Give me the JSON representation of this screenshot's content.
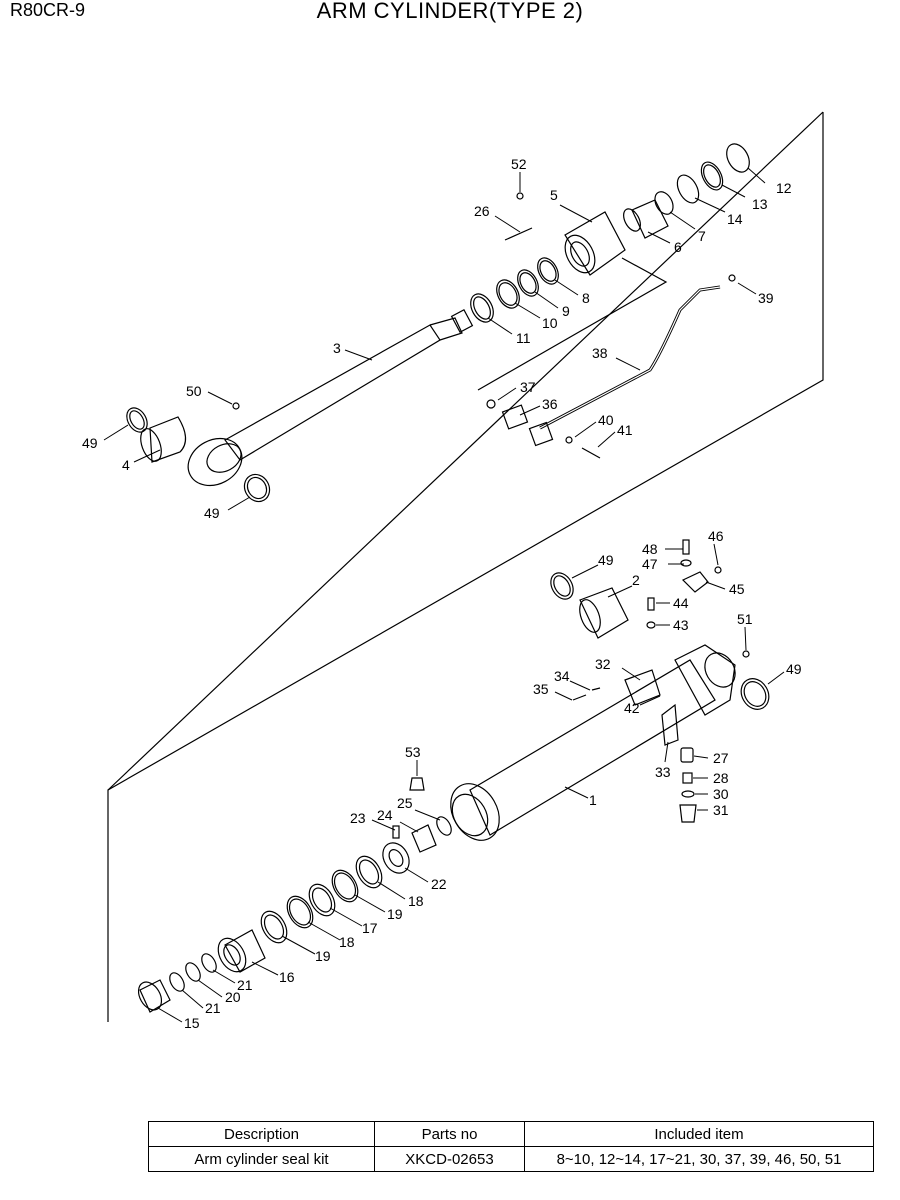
{
  "header": {
    "model": "R80CR-9",
    "title": "ARM CYLINDER(TYPE 2)"
  },
  "labels": [
    {
      "id": "52",
      "text": "52"
    },
    {
      "id": "5",
      "text": "5"
    },
    {
      "id": "26",
      "text": "26"
    },
    {
      "id": "12",
      "text": "12"
    },
    {
      "id": "13",
      "text": "13"
    },
    {
      "id": "14",
      "text": "14"
    },
    {
      "id": "7",
      "text": "7"
    },
    {
      "id": "6",
      "text": "6"
    },
    {
      "id": "8",
      "text": "8"
    },
    {
      "id": "9",
      "text": "9"
    },
    {
      "id": "10",
      "text": "10"
    },
    {
      "id": "11",
      "text": "11"
    },
    {
      "id": "39",
      "text": "39"
    },
    {
      "id": "3",
      "text": "3"
    },
    {
      "id": "38",
      "text": "38"
    },
    {
      "id": "37",
      "text": "37"
    },
    {
      "id": "36",
      "text": "36"
    },
    {
      "id": "40",
      "text": "40"
    },
    {
      "id": "41",
      "text": "41"
    },
    {
      "id": "50",
      "text": "50"
    },
    {
      "id": "49a",
      "text": "49"
    },
    {
      "id": "4",
      "text": "4"
    },
    {
      "id": "49b",
      "text": "49"
    },
    {
      "id": "48",
      "text": "48"
    },
    {
      "id": "46",
      "text": "46"
    },
    {
      "id": "47",
      "text": "47"
    },
    {
      "id": "49c",
      "text": "49"
    },
    {
      "id": "2",
      "text": "2"
    },
    {
      "id": "45",
      "text": "45"
    },
    {
      "id": "44",
      "text": "44"
    },
    {
      "id": "43",
      "text": "43"
    },
    {
      "id": "51",
      "text": "51"
    },
    {
      "id": "49d",
      "text": "49"
    },
    {
      "id": "32",
      "text": "32"
    },
    {
      "id": "34",
      "text": "34"
    },
    {
      "id": "35",
      "text": "35"
    },
    {
      "id": "42",
      "text": "42"
    },
    {
      "id": "27",
      "text": "27"
    },
    {
      "id": "28",
      "text": "28"
    },
    {
      "id": "30",
      "text": "30"
    },
    {
      "id": "31",
      "text": "31"
    },
    {
      "id": "33",
      "text": "33"
    },
    {
      "id": "53",
      "text": "53"
    },
    {
      "id": "1",
      "text": "1"
    },
    {
      "id": "25",
      "text": "25"
    },
    {
      "id": "24",
      "text": "24"
    },
    {
      "id": "23",
      "text": "23"
    },
    {
      "id": "22",
      "text": "22"
    },
    {
      "id": "18a",
      "text": "18"
    },
    {
      "id": "19a",
      "text": "19"
    },
    {
      "id": "17",
      "text": "17"
    },
    {
      "id": "18b",
      "text": "18"
    },
    {
      "id": "19b",
      "text": "19"
    },
    {
      "id": "16",
      "text": "16"
    },
    {
      "id": "21a",
      "text": "21"
    },
    {
      "id": "20",
      "text": "20"
    },
    {
      "id": "21b",
      "text": "21"
    },
    {
      "id": "15",
      "text": "15"
    }
  ],
  "kit_table": {
    "headers": [
      "Description",
      "Parts no",
      "Included item"
    ],
    "row": [
      "Arm cylinder seal kit",
      "XKCD-02653",
      "8~10, 12~14, 17~21, 30, 37, 39, 46, 50, 51"
    ]
  }
}
